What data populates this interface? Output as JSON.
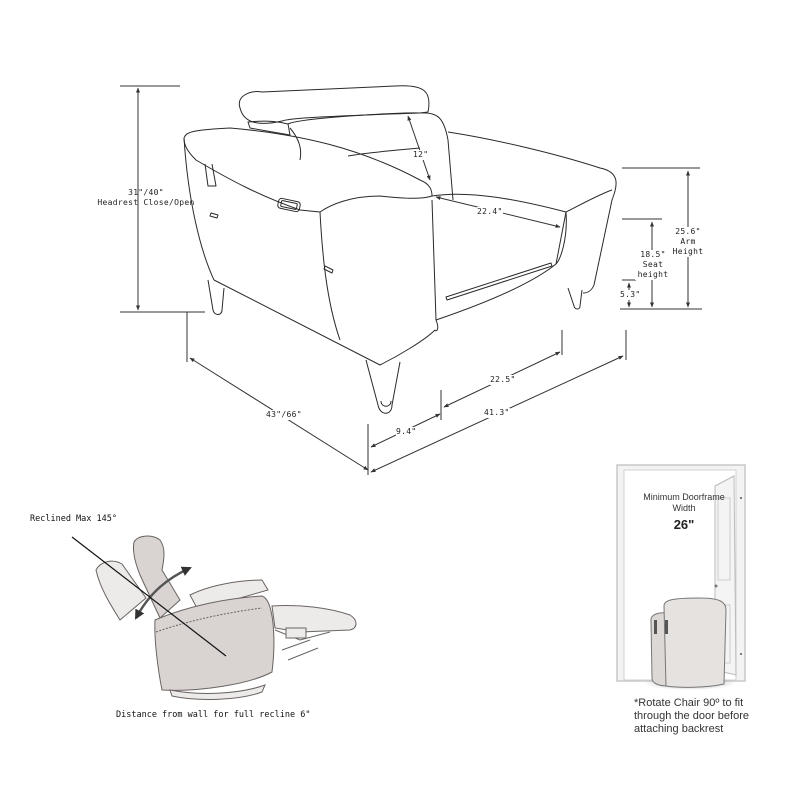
{
  "main_diagram": {
    "dimensions": {
      "height_headrest": {
        "value": "31\"/40\"",
        "label": "Headrest Close/Open"
      },
      "headrest_depth": {
        "value": "12\""
      },
      "seat_depth": {
        "value": "22.4\""
      },
      "arm_height": {
        "value": "25.6\"",
        "label_line1": "Arm",
        "label_line2": "Height"
      },
      "seat_height": {
        "value": "18.5\"",
        "label_line1": "Seat",
        "label_line2": "height"
      },
      "leg_height": {
        "value": "5.3\""
      },
      "seat_width": {
        "value": "22.5\""
      },
      "overall_width": {
        "value": "41.3\""
      },
      "arm_width": {
        "value": "9.4\""
      },
      "depth": {
        "value": "43\"/66\""
      }
    }
  },
  "recline_diagram": {
    "title": "Reclined Max 145°",
    "caption": "Distance from wall for full recline 6\""
  },
  "doorframe_diagram": {
    "title_line1": "Minimum Doorframe",
    "title_line2": "Width",
    "width_value": "26\"",
    "caption_line1": "*Rotate Chair 90º to fit",
    "caption_line2": "through the door before",
    "caption_line3": "attaching backrest"
  },
  "colors": {
    "line": "#2a2a2a",
    "fill_gray": "#d9d4d2",
    "fill_light": "#ecebea"
  }
}
